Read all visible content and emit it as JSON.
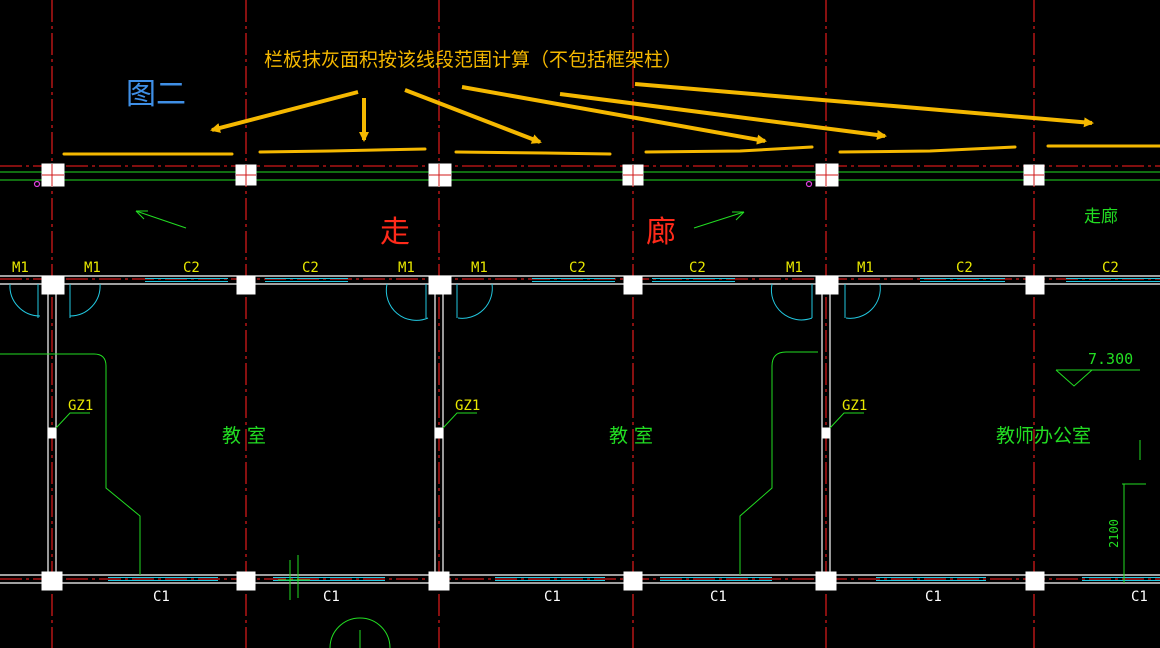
{
  "figure_label": "图二",
  "annotation": "栏板抹灰面积按该线段范围计算（不包括框架柱）",
  "corridor_chars": [
    "走",
    "廊"
  ],
  "corridor_small": "走廊",
  "labels": {
    "door_top": "M1",
    "window_top": "C2",
    "window_bottom": "C1",
    "column": "GZ1"
  },
  "rooms": [
    "教 室",
    "教 室",
    "教师办公室"
  ],
  "elevation": "7.300",
  "dimension": "2100",
  "colors": {
    "background": "#000000",
    "axis_red": "#d01818",
    "wall_white": "#ffffff",
    "green": "#22dd22",
    "cyan": "#22c8e0",
    "annotation_orange": "#f5b800",
    "label_yellow": "#e8e800",
    "title_blue": "#3f8fe6",
    "corridor_red": "#ff2a1a"
  }
}
